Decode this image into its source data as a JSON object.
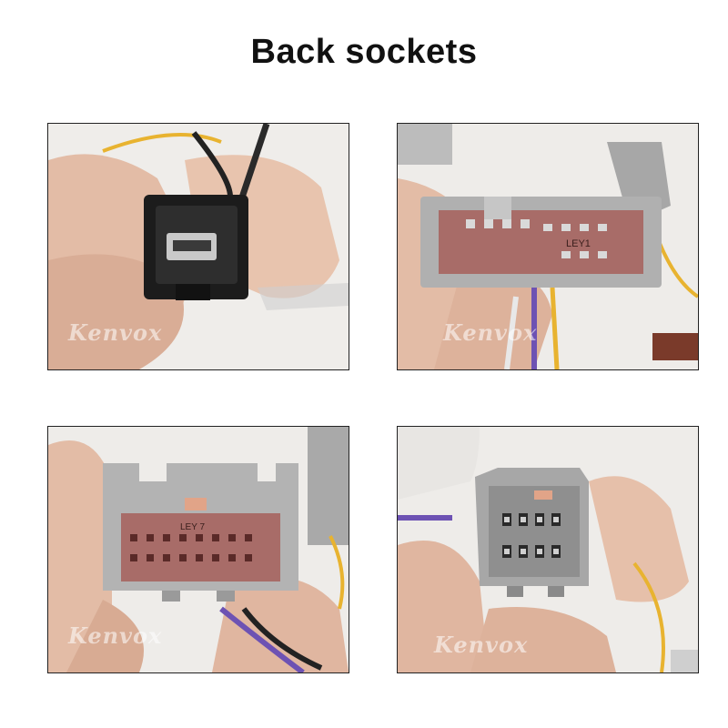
{
  "title": "Back sockets",
  "watermark": "Kenvox",
  "photos": [
    {
      "name": "connector-mini-usb-socket"
    },
    {
      "name": "connector-large-pin-socket",
      "marking": "LEY1"
    },
    {
      "name": "connector-16pin-socket",
      "marking": "LEY 7"
    },
    {
      "name": "connector-8pin-socket"
    }
  ],
  "colors": {
    "housing_grey": "#a9a9a9",
    "pin_insert_red": "#a86c68",
    "skin": "#e6c2ad",
    "wire_yellow": "#e8b330",
    "wire_purple": "#6d52b3"
  }
}
